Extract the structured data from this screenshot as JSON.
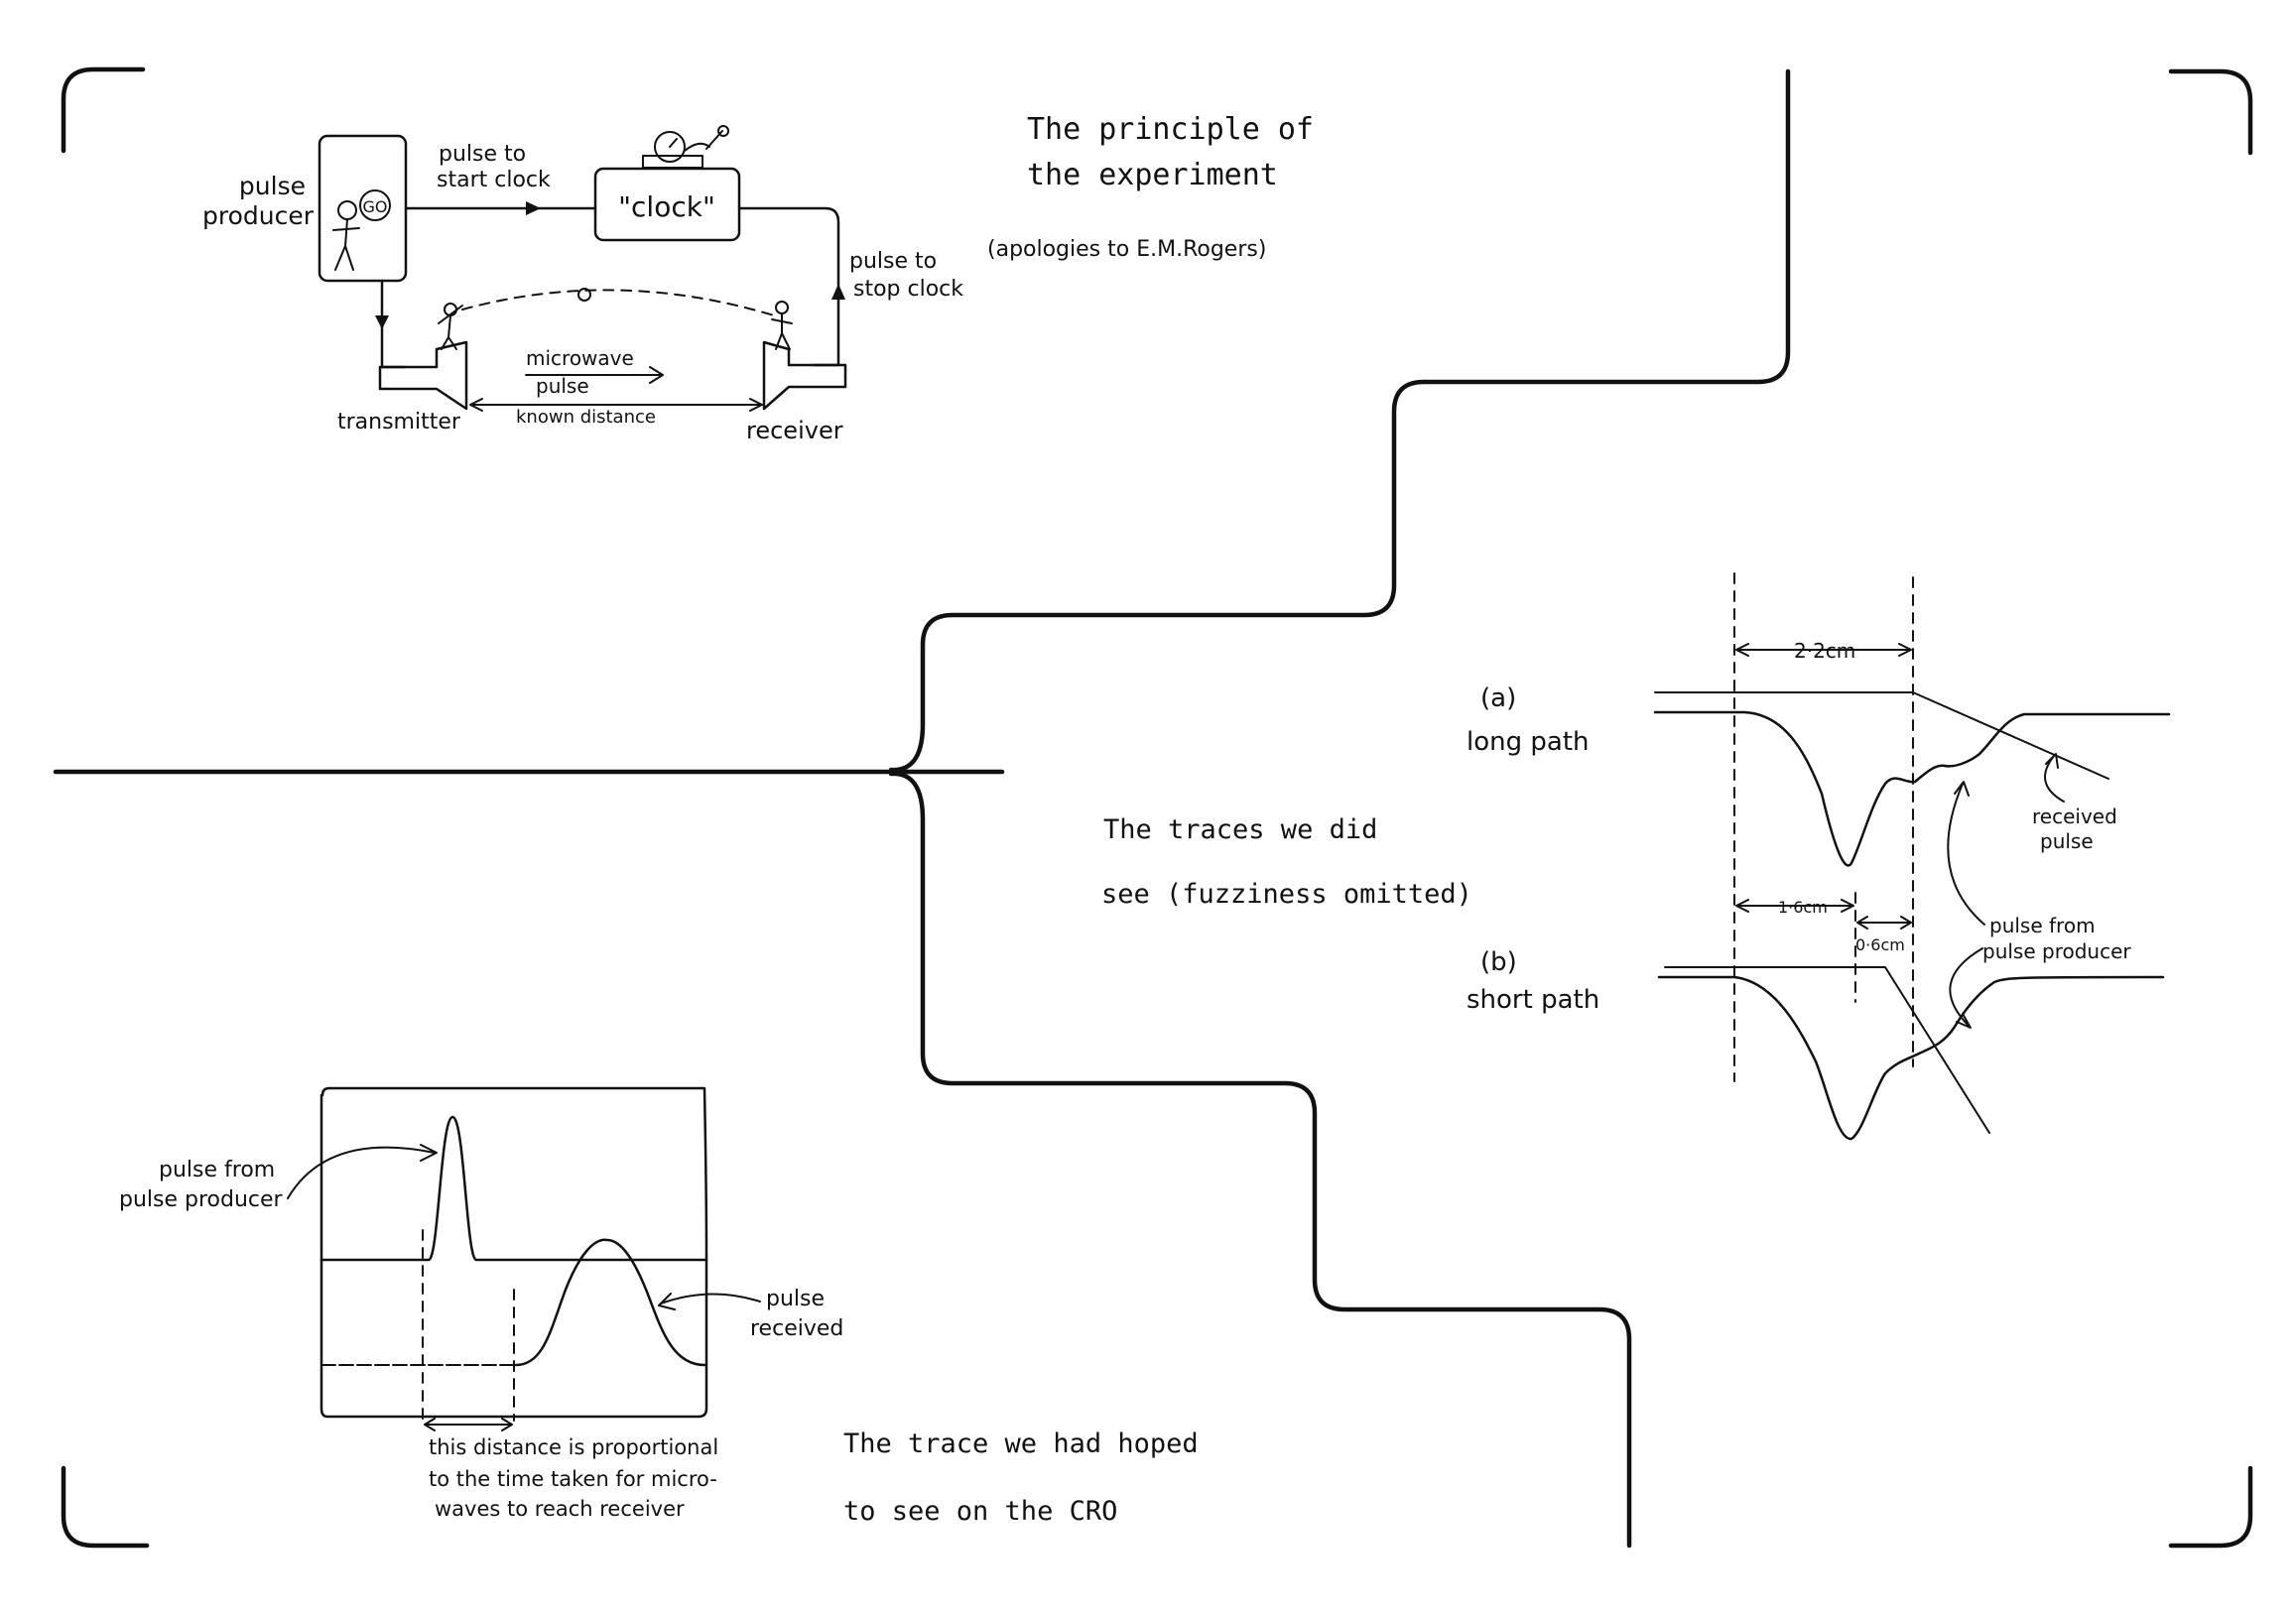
{
  "principle": {
    "title_line1": "The principle of",
    "title_line2": "the experiment",
    "credit": "(apologies to E.M.Rogers)",
    "pulse_producer_line1": "pulse",
    "pulse_producer_line2": "producer",
    "go_label": "GO",
    "pulse_start_line1": "pulse to",
    "pulse_start_line2": "start clock",
    "clock_label": "\"clock\"",
    "pulse_stop_line1": "pulse to",
    "pulse_stop_line2": "stop clock",
    "microwave_line1": "microwave",
    "microwave_line2": "pulse",
    "transmitter": "transmitter",
    "known_distance": "known distance",
    "receiver": "receiver"
  },
  "observed": {
    "heading_line1": "The traces we did",
    "heading_line2": "see (fuzziness omitted)",
    "a_label": "(a)",
    "a_caption": "long path",
    "b_label": "(b)",
    "b_caption": "short path",
    "dist_22": "2·2cm",
    "dist_16": "1·6cm",
    "dist_06": "0·6cm",
    "received_line1": "received",
    "received_line2": "pulse",
    "producer_line1": "pulse from",
    "producer_line2": "pulse producer"
  },
  "hoped": {
    "heading_line1": "The trace we had hoped",
    "heading_line2": "to see on the CRO",
    "producer_line1": "pulse from",
    "producer_line2": "pulse producer",
    "received_line1": "pulse",
    "received_line2": "received",
    "note_line1": "this distance is proportional",
    "note_line2": "to the time taken for micro-",
    "note_line3": "waves to reach receiver"
  }
}
